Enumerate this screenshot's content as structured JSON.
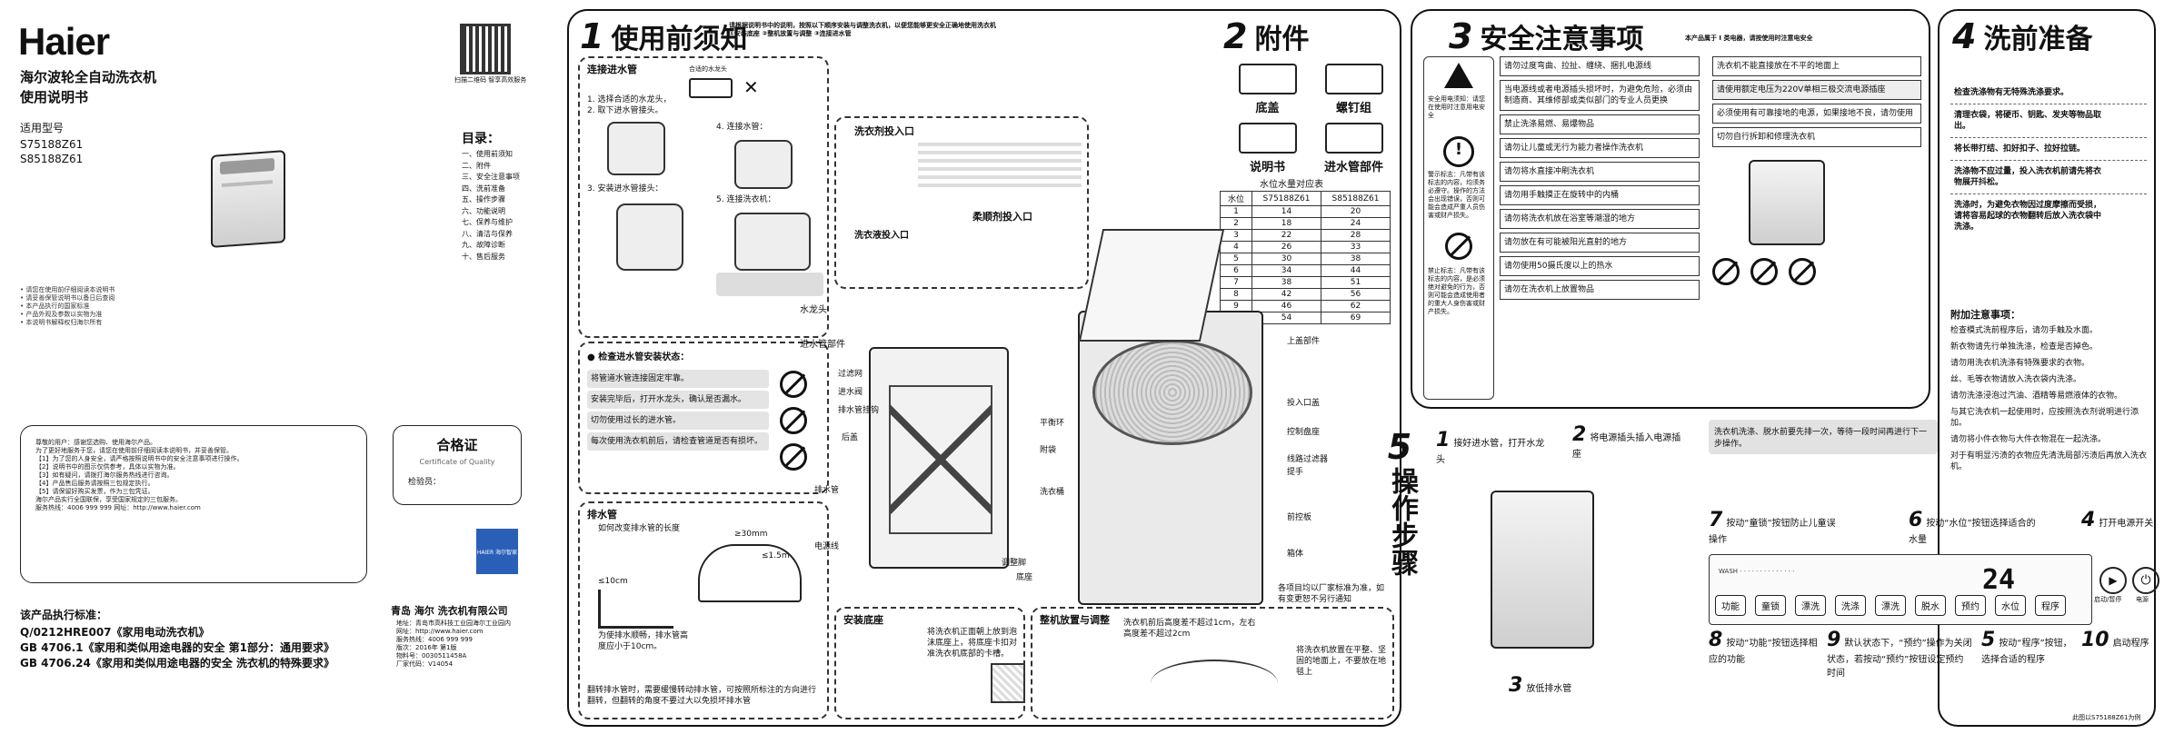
{
  "brand": {
    "logo": "Haier",
    "title_line1": "海尔波轮全自动洗衣机",
    "title_line2": "使用说明书",
    "model_label": "适用型号",
    "models": [
      "S75188Z61",
      "S85188Z61"
    ],
    "qr_caption": "扫描二维码 智享高效服务",
    "cert_title": "合格证",
    "cert_sub": "Certificate of Quality",
    "cert_inspector": "检验员：",
    "toc_title": "目录：",
    "toc_items": [
      "一、使用前须知",
      "二、附件",
      "三、安全注意事项",
      "四、洗前准备",
      "五、操作步骤",
      "六、功能说明",
      "七、保养与维护",
      "八、清洁与保养",
      "九、故障诊断",
      "十、售后服务"
    ],
    "standards_title": "该产品执行标准：",
    "standards": [
      "Q/0212HRE007《家用电动洗衣机》",
      "GB 4706.1《家用和类似用途电器的安全 第1部分：通用要求》",
      "GB 4706.24《家用和类似用途电器的安全 洗衣机的特殊要求》"
    ],
    "company": "青岛 海尔 洗衣机有限公司",
    "company_addr": "地址：青岛市高科技工业园海尔工业园内",
    "company_web": "网址：http://www.haier.com",
    "company_tel": "服务热线：4006 999 999",
    "company_date": "版次：2016年 第1版",
    "company_code": "物料号：0030511458A",
    "company_code2": "厂家代码：V14054",
    "blue_badge": "HAIER 海尔智家"
  },
  "section1": {
    "num": "1",
    "title": "使用前须知",
    "note": "请根据说明书中的说明，按照以下顺序安装与调整洗衣机，以便您能够更安全正确地使用洗衣机",
    "note_items": [
      "①安装底座",
      "②整机放置与调整",
      "③连接进水管"
    ],
    "inlet_title": "连接进水管",
    "faucet_label": "合适的水龙头",
    "step_labels": [
      "1. 选择合适的水龙头，",
      "2. 取下进水管接头。",
      "3. 安装进水管接头：",
      "4. 连接水管：",
      "5. 连接洗衣机："
    ],
    "check_title": "● 检查进水管安装状态：",
    "check_items": [
      "将管道水管连接固定牢靠。",
      "安装完毕后，打开水龙头，确认是否漏水。",
      "切勿使用过长的进水管。",
      "每次使用洗衣机前后，请检查管道是否有损坏。"
    ],
    "drain_title": "排水管",
    "drain_sub": "如何改变排水管的长度",
    "drain_note": "为使排水顺畅，排水管高度应小于10cm。",
    "drain_h1": "≥30mm",
    "drain_h2": "≤1.5m",
    "drain_h3": "≤10cm",
    "drain_footer": "翻转排水管时，需要缓慢转动排水管，可按照所标注的方向进行翻转，但翻转的角度不要过大以免损坏排水管",
    "base_title": "安装底座",
    "base_note": "将洗衣机正面朝上放到泡沫底座上，将底座卡扣对准洗衣机底部的卡槽。",
    "level_title": "整机放置与调整",
    "level_note": "洗衣机前后高度差不超过1cm，左右高度差不超过2cm",
    "level_note2": "将洗衣机放置在平整、坚固的地面上，不要放在地毯上",
    "detergent_title": "洗衣剂投入口",
    "softener_title": "柔顺剂投入口",
    "detergent_box": "洗衣液投入口",
    "water_table_title": "水位水量对应表",
    "water_table_head": [
      "水位",
      "S75188Z61",
      "S85188Z61"
    ],
    "water_table": [
      [
        "1",
        "14",
        "20"
      ],
      [
        "2",
        "18",
        "24"
      ],
      [
        "3",
        "22",
        "28"
      ],
      [
        "4",
        "26",
        "33"
      ],
      [
        "5",
        "30",
        "38"
      ],
      [
        "6",
        "34",
        "44"
      ],
      [
        "7",
        "38",
        "51"
      ],
      [
        "8",
        "42",
        "56"
      ],
      [
        "9",
        "46",
        "62"
      ],
      [
        "10",
        "54",
        "69"
      ]
    ],
    "tip_text": "各项目均以厂家标准为准，如有变更恕不另行通知",
    "parts": [
      "上盖部件",
      "投入口盖",
      "控制盘座",
      "线路过滤器",
      "提手",
      "前控板",
      "箱体",
      "调整脚",
      "底座",
      "电源线",
      "排水管",
      "后盖",
      "排水管挂钩",
      "进水阀",
      "过滤网",
      "平衡环",
      "附袋",
      "洗衣桶"
    ],
    "water_tap_label": "水龙头",
    "inlet_part_label": "进水管部件"
  },
  "section2": {
    "num": "2",
    "title": "附件",
    "items": [
      "底盖",
      "螺钉组",
      "说明书",
      "进水管部件"
    ]
  },
  "section3": {
    "num": "3",
    "title": "安全注意事项",
    "subtitle": "本产品属于 I 类电器，请按使用时注意电安全",
    "left_warn_1": "安全用电须知：请您在使用时注意用电安全",
    "left_warn_2": "警示标志：凡带有该标志的内容，均须务必遵守。操作的方法会出现错误，否则可能会造成严重人员伤害或财产损失。",
    "left_warn_3": "禁止标志：凡带有该标志的内容，是必须绝对避免的行为，否则可能会造成使用者的重大人身伤害或财产损失。",
    "rules": [
      "请勿过度弯曲、拉扯、缠绕、捆扎电源线",
      "当电源线或者电源插头损坏时，为避免危险，必须由制造商、其维修部或类似部门的专业人员更换",
      "禁止洗涤易燃、易爆物品",
      "请勿让儿童或无行为能力者操作洗衣机",
      "请勿将水直接冲刷洗衣机",
      "请勿用手触摸正在旋转中的内桶",
      "请勿将洗衣机放在浴室等潮湿的地方",
      "请勿放在有可能被阳光直射的地方",
      "请勿使用50摄氏度以上的热水",
      "请勿在洗衣机上放置物品",
      "洗衣机不能直接放在不平的地面上",
      "请使用额定电压为220V单相三极交流电源插座",
      "必须使用有可靠接地的电源，如果接地不良，请勿使用",
      "切勿自行拆卸和修理洗衣机"
    ]
  },
  "section4": {
    "num": "4",
    "title": "洗前准备",
    "items": [
      "检查洗涤物有无特殊洗涤要求。",
      "清理衣袋，将硬币、钥匙、发夹等物品取出。",
      "将长带打结、扣好扣子、拉好拉链。",
      "洗涤物不应过量，投入洗衣机前请先将衣物展开抖松。",
      "洗涤时，为避免衣物因过度摩擦而受损，请将容易起球的衣物翻转后放入洗衣袋中洗涤。"
    ],
    "notes_title": "附加注意事项：",
    "notes": [
      "检查模式洗前程序后，请勿手触及水面。",
      "新衣物请先行单独洗涤，检查是否掉色。",
      "请勿用洗衣机洗涤有特殊要求的衣物。",
      "丝、毛等衣物请放入洗衣袋内洗涤。",
      "请勿洗涤浸泡过汽油、酒精等易燃液体的衣物。",
      "与其它洗衣机一起使用时，应按照洗衣剂说明进行添加。",
      "请勿将小件衣物与大件衣物混在一起洗涤。",
      "对于有明显污渍的衣物应先清洗局部污渍后再放入洗衣机。"
    ]
  },
  "section5": {
    "num": "5",
    "title": "操作步骤",
    "steps": [
      {
        "n": "1",
        "text": "接好进水管，打开水龙头"
      },
      {
        "n": "2",
        "text": "将电源插头插入电源插座"
      },
      {
        "n": "3",
        "text": "放低排水管"
      },
      {
        "n": "4",
        "text": "打开电源开关"
      },
      {
        "n": "5",
        "text": "按动“程序”按钮，选择合适的程序"
      },
      {
        "n": "6",
        "text": "按动“水位”按钮选择适合的水量"
      },
      {
        "n": "7",
        "text": "按动“童锁”按钮防止儿童误操作"
      },
      {
        "n": "8",
        "text": "按动“功能”按钮选择相应的功能"
      },
      {
        "n": "9",
        "text": "默认状态下，“预约”操作为关闭状态，若按动“预约”按钮设定预约时间"
      },
      {
        "n": "10",
        "text": "启动程序"
      }
    ],
    "tip": "洗衣机洗涤、脱水前要先排一次，等待一段时间再进行下一步操作。",
    "panel_buttons": [
      "功能",
      "童锁",
      "漂洗",
      "洗涤",
      "漂洗",
      "脱水",
      "预约",
      "水位",
      "程序"
    ],
    "display": "24",
    "start_label": "启动/暂停",
    "power_label": "电源",
    "model_note": "此图以S75188Z61为例"
  }
}
